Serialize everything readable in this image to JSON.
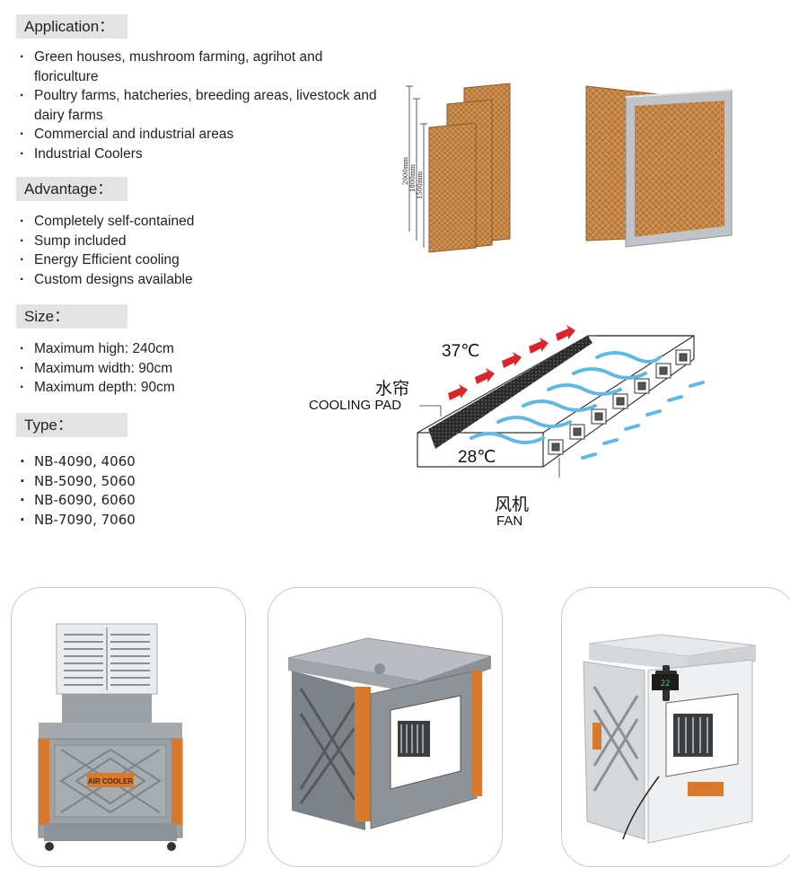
{
  "application": {
    "title": "Application：",
    "items": [
      "Green houses, mushroom farming, agrihot and floriculture",
      "Poultry farms, hatcheries, breeding areas, livestock and dairy farms",
      "Commercial and industrial areas",
      "Industrial Coolers"
    ]
  },
  "advantage": {
    "title": "Advantage：",
    "items": [
      "Completely self-contained",
      "Sump included",
      "Energy Efficient cooling",
      "Custom designs available"
    ]
  },
  "size": {
    "title": "Size：",
    "items": [
      "Maximum high: 240cm",
      "Maximum width: 90cm",
      "Maximum depth: 90cm"
    ]
  },
  "type": {
    "title": "Type：",
    "items": [
      "NB-4090, 4060",
      "NB-5090, 5060",
      "NB-6090, 6060",
      "NB-7090, 7060"
    ]
  },
  "pad_dimensions": [
    "2000mm",
    "1800mm",
    "1500mm"
  ],
  "diagram": {
    "temp_hot": "37℃",
    "temp_cool": "28℃",
    "cooling_pad_cn": "水帘",
    "cooling_pad_en": "COOLING PAD",
    "fan_cn": "风机",
    "fan_en": "FAN"
  },
  "product_label": "AIR COOLER",
  "display_reading": "22",
  "colors": {
    "tag_bg": "#e3e3e3",
    "pad": "#c58a4a",
    "orange": "#d9792b",
    "arrow_red": "#d8262a",
    "arrow_blue": "#5fb8e6"
  }
}
